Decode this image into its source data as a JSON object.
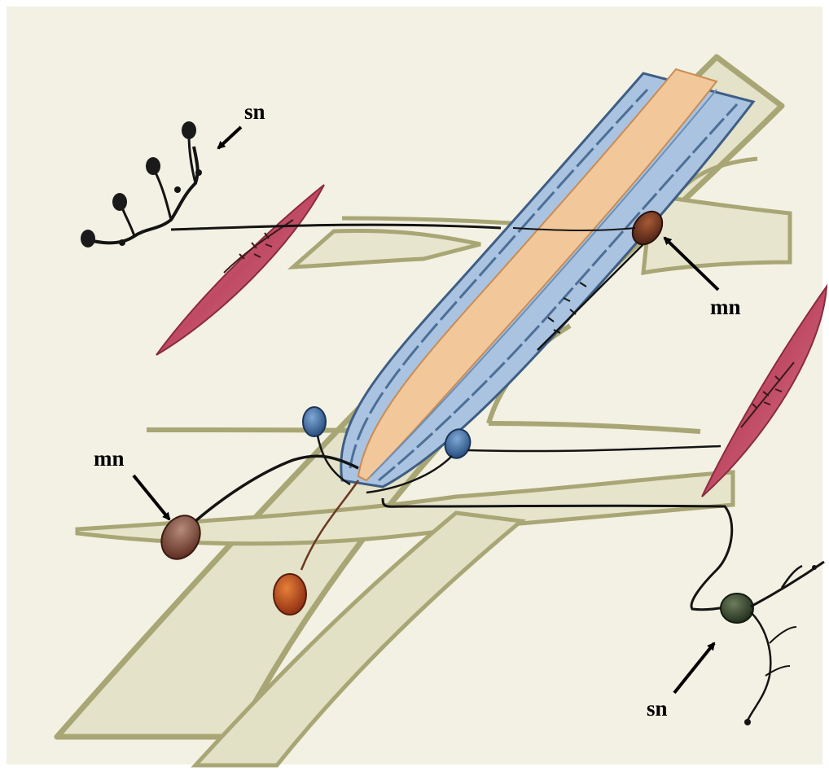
{
  "labels": {
    "sn_top": "sn",
    "mn_right": "mn",
    "mn_left": "mn",
    "sn_bottom": "sn"
  },
  "colors": {
    "paper": "#f3f1e3",
    "nerve_tract": "#a9a676",
    "nerve_tract_light": "#d9d7bd",
    "cord_blue": "#9dbbdc",
    "cord_blue_dark": "#4d6f96",
    "cord_orange": "#f0c597",
    "muscle": "#c7526a",
    "neuron_black": "#141414",
    "neuron_blue": "#3f6fa6",
    "neuron_brown": "#6e3326",
    "neuron_orange": "#b5411b",
    "neuron_green": "#2e3d2a"
  }
}
